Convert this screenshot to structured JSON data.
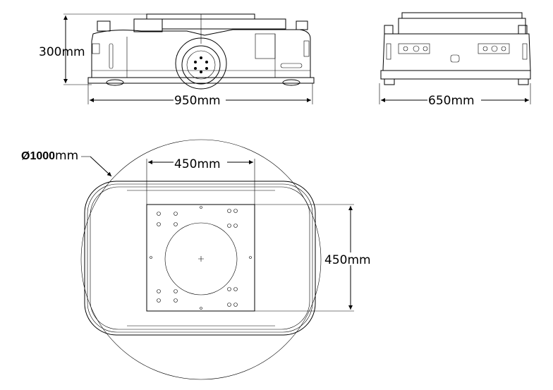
{
  "drawing": {
    "side_view": {
      "height_label": "300mm",
      "length_label": "950mm"
    },
    "front_view": {
      "width_label": "650mm"
    },
    "top_view": {
      "diameter_label_bold": "Ø1000",
      "diameter_label_unit": "mm",
      "plate_width_label": "450mm",
      "plate_depth_label": "450mm"
    },
    "colors": {
      "line": "#000000",
      "background": "#ffffff"
    }
  }
}
